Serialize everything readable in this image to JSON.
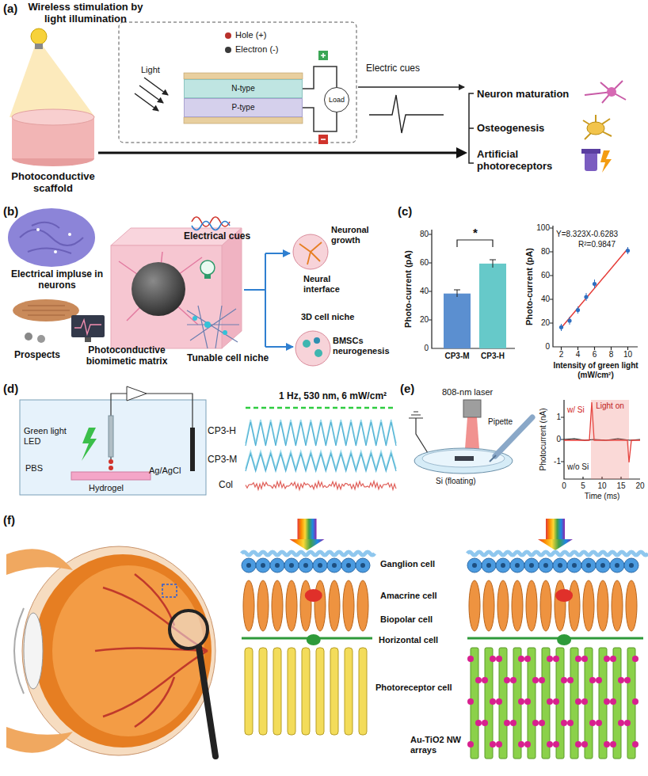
{
  "diagram": {
    "nodes": [
      {
        "text": [
          "N-type"
        ]
      },
      {
        "text": [
          "P-type"
        ]
      },
      {
        "text": [
          "Load"
        ]
      },
      {
        "text": [
          "Light on"
        ]
      }
    ],
    "edges": [
      {
        "from": 0,
        "to": 2,
        "arrow": "none"
      },
      {
        "from": 1,
        "to": 2,
        "arrow": "none"
      }
    ],
    "labels": [
      "(a)",
      "Wireless stimulation by light illumination",
      "Photoconductive scaffold",
      "Light",
      "Electric cues",
      "Neuron maturation",
      "Osteogenesis",
      "Artificial photoreceptors",
      "(b)",
      "Electrical impluse in neurons",
      "Prospects",
      "Photoconductive biomimetic matrix",
      "Electrical cues",
      "Tunable cell niche",
      "Neuronal growth",
      "Neural interface",
      "3D cell niche",
      "BMSCs neurogenesis",
      "(c)",
      "Photo-current (pA)",
      "80",
      "60",
      "40",
      "20",
      "0",
      "*",
      "CP3-M",
      "CP3-H",
      "Y=8.323X-0.6283",
      "R²=0.9847",
      "Photo-current (pA)",
      "100",
      "80",
      "60",
      "40",
      "20",
      "0",
      "2",
      "4",
      "6",
      "8",
      "10",
      "Intensity of green light (mW/cm²)",
      "(d)",
      "Green light LED",
      "PBS",
      "Ag/AgCl",
      "Hydrogel",
      "1 Hz, 530 nm, 6 mW/cm²",
      "CP3-H",
      "CP3-M",
      "Col",
      "(e)",
      "808-nm laser",
      "Pipette",
      "Si (floating)",
      "Photocurrent (nA)",
      "1",
      "0",
      "-1",
      "w/ Si",
      "w/o Si",
      "0",
      "5",
      "10",
      "15",
      "20",
      "Time (ms)",
      "(f)",
      "Ganglion cell",
      "Amacrine cell",
      "Biopolar cell",
      "Horizontal cell",
      "Photoreceptor cell",
      "Au-TiO2 NW arrays"
    ],
    "legend": [
      {
        "text": "Hole (+)",
        "color": "#b8312b"
      },
      {
        "text": "Electron (-)",
        "color": "#3a3a3a"
      }
    ]
  }
}
